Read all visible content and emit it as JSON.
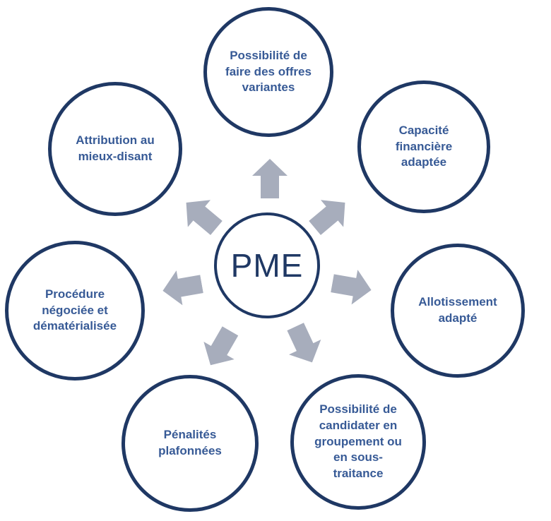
{
  "diagram": {
    "title": "PME advantages radial diagram",
    "center_label": "PME",
    "nodes": [
      {
        "id": "offres-variantes",
        "position": "top",
        "label": "Possibilité de\nfaire des offres\nvariantes"
      },
      {
        "id": "capacite-financiere",
        "position": "top-right",
        "label": "Capacité\nfinancière\nadaptée"
      },
      {
        "id": "allotissement-adapte",
        "position": "right",
        "label": "Allotissement\nadapté"
      },
      {
        "id": "candidater-groupement",
        "position": "bottom-right",
        "label": "Possibilité de\ncandidater en\ngroupement ou\nen sous-\ntraitance"
      },
      {
        "id": "penalites-plafonnees",
        "position": "bottom-left",
        "label": "Pénalités\nplafonnées"
      },
      {
        "id": "procedure-negociee",
        "position": "left",
        "label": "Procédure\nnégociée et\ndématérialisée"
      },
      {
        "id": "attribution-mieux-disant",
        "position": "top-left",
        "label": "Attribution au\nmieux-disant"
      }
    ],
    "colors": {
      "circle_border": "#1F3864",
      "label_text": "#375A96",
      "center_text": "#1F3864",
      "arrow_fill": "#A7ADBC"
    }
  }
}
